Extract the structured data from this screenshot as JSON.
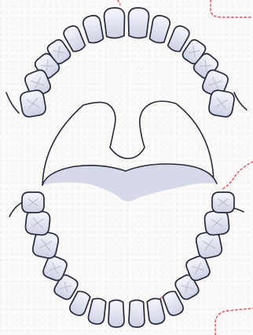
{
  "colors": {
    "tooth_fill_light": "#f6f6fb",
    "tooth_fill_shade": "#c9cde0",
    "outline": "#262a3a",
    "tongue_shadow": "#d4d7e6",
    "accent_red": "#d9505b",
    "background": "#fbfaf8"
  },
  "parts": [
    "upper-arch",
    "lower-arch",
    "palate-uvula",
    "tongue"
  ]
}
